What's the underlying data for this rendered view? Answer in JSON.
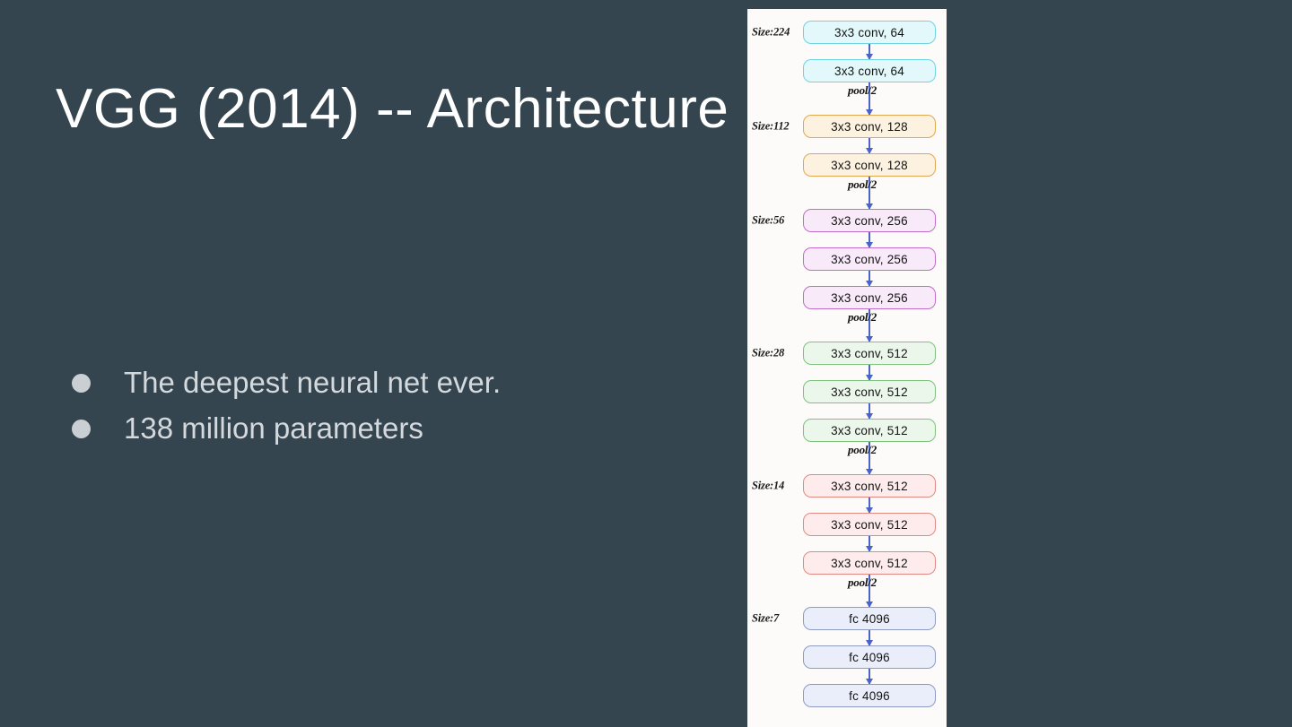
{
  "slide": {
    "title": "VGG (2014) -- Architecture",
    "background_color": "#35454f",
    "title_color": "#ffffff",
    "bullet_color": "#d3d9dc",
    "bullets": [
      {
        "text": "The deepest neural net ever."
      },
      {
        "text": "138 million parameters"
      }
    ]
  },
  "diagram": {
    "background_color": "#fcfbfa",
    "arrow_color": "#4a63c8",
    "pool_label": "pool/2",
    "stages": [
      {
        "size_label": "Size:224",
        "theme": "cyan",
        "border_color": "#6fd4e0",
        "fill_color": "#e3f8fb",
        "layers": [
          "3x3 conv, 64",
          "3x3 conv, 64"
        ]
      },
      {
        "size_label": "Size:112",
        "theme": "orange",
        "border_color": "#e0a850",
        "fill_color": "#fdf2e0",
        "layers": [
          "3x3 conv, 128",
          "3x3 conv, 128"
        ]
      },
      {
        "size_label": "Size:56",
        "theme": "purple",
        "border_color": "#c06ec9",
        "fill_color": "#f8eaf9",
        "layers": [
          "3x3 conv, 256",
          "3x3 conv, 256",
          "3x3 conv, 256"
        ]
      },
      {
        "size_label": "Size:28",
        "theme": "green",
        "border_color": "#7ec27e",
        "fill_color": "#ecf7ec",
        "layers": [
          "3x3 conv, 512",
          "3x3 conv, 512",
          "3x3 conv, 512"
        ]
      },
      {
        "size_label": "Size:14",
        "theme": "red",
        "border_color": "#e28a82",
        "fill_color": "#fdeceb",
        "layers": [
          "3x3 conv, 512",
          "3x3 conv, 512",
          "3x3 conv, 512"
        ]
      },
      {
        "size_label": "Size:7",
        "theme": "blue",
        "border_color": "#8e9cc4",
        "fill_color": "#eaeefa",
        "layers": [
          "fc 4096",
          "fc 4096",
          "fc 4096"
        ]
      }
    ]
  }
}
